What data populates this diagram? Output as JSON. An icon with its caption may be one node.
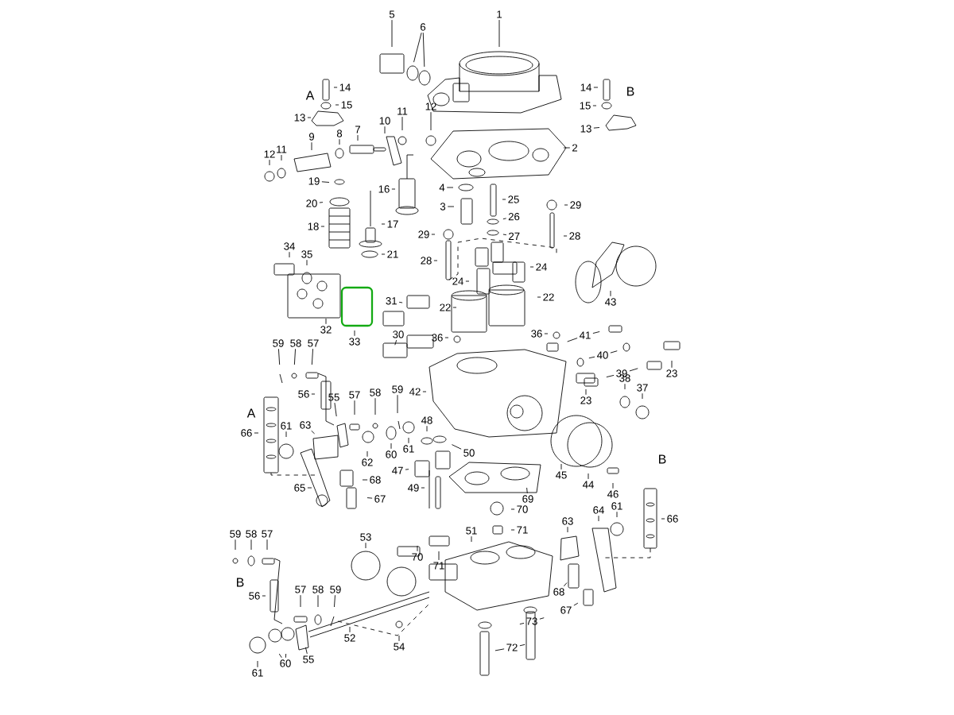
{
  "diagram": {
    "nodes": [
      {
        "text": [
          "1"
        ]
      },
      {
        "text": [
          "5"
        ]
      },
      {
        "text": [
          "6"
        ]
      },
      {
        "text": [
          "14"
        ]
      },
      {
        "text": [
          "15"
        ]
      },
      {
        "text": [
          "13"
        ]
      },
      {
        "text": [
          "14"
        ]
      },
      {
        "text": [
          "15"
        ]
      },
      {
        "text": [
          "13"
        ]
      },
      {
        "text": [
          "9"
        ]
      },
      {
        "text": [
          "8"
        ]
      },
      {
        "text": [
          "7"
        ]
      },
      {
        "text": [
          "10"
        ]
      },
      {
        "text": [
          "11"
        ]
      },
      {
        "text": [
          "12"
        ]
      },
      {
        "text": [
          "12"
        ]
      },
      {
        "text": [
          "11"
        ]
      },
      {
        "text": [
          "2"
        ]
      },
      {
        "text": [
          "19"
        ]
      },
      {
        "text": [
          "20"
        ]
      },
      {
        "text": [
          "16"
        ]
      },
      {
        "text": [
          "18"
        ]
      },
      {
        "text": [
          "17"
        ]
      },
      {
        "text": [
          "21"
        ]
      },
      {
        "text": [
          "4"
        ]
      },
      {
        "text": [
          "3"
        ]
      },
      {
        "text": [
          "25"
        ]
      },
      {
        "text": [
          "26"
        ]
      },
      {
        "text": [
          "27"
        ]
      },
      {
        "text": [
          "29"
        ]
      },
      {
        "text": [
          "28"
        ]
      },
      {
        "text": [
          "29"
        ]
      },
      {
        "text": [
          "28"
        ]
      },
      {
        "text": [
          "24"
        ]
      },
      {
        "text": [
          "24"
        ]
      },
      {
        "text": [
          "22"
        ]
      },
      {
        "text": [
          "22"
        ]
      },
      {
        "text": [
          "43"
        ]
      },
      {
        "text": [
          "34"
        ]
      },
      {
        "text": [
          "35"
        ]
      },
      {
        "text": [
          "32"
        ]
      },
      {
        "text": [
          "33"
        ]
      },
      {
        "text": [
          "31"
        ]
      },
      {
        "text": [
          "30"
        ]
      },
      {
        "text": [
          "36"
        ]
      },
      {
        "text": [
          "36"
        ]
      },
      {
        "text": [
          "41"
        ]
      },
      {
        "text": [
          "40"
        ]
      },
      {
        "text": [
          "39"
        ]
      },
      {
        "text": [
          "23"
        ]
      },
      {
        "text": [
          "23"
        ]
      },
      {
        "text": [
          "38"
        ]
      },
      {
        "text": [
          "37"
        ]
      },
      {
        "text": [
          "42"
        ]
      },
      {
        "text": [
          "59"
        ]
      },
      {
        "text": [
          "58"
        ]
      },
      {
        "text": [
          "57"
        ]
      },
      {
        "text": [
          "56"
        ]
      },
      {
        "text": [
          "55"
        ]
      },
      {
        "text": [
          "57"
        ]
      },
      {
        "text": [
          "58"
        ]
      },
      {
        "text": [
          "59"
        ]
      },
      {
        "text": [
          "66"
        ]
      },
      {
        "text": [
          "61"
        ]
      },
      {
        "text": [
          "63"
        ]
      },
      {
        "text": [
          "62"
        ]
      },
      {
        "text": [
          "60"
        ]
      },
      {
        "text": [
          "61"
        ]
      },
      {
        "text": [
          "48"
        ]
      },
      {
        "text": [
          "50"
        ]
      },
      {
        "text": [
          "47"
        ]
      },
      {
        "text": [
          "49"
        ]
      },
      {
        "text": [
          "68"
        ]
      },
      {
        "text": [
          "67"
        ]
      },
      {
        "text": [
          "65"
        ]
      },
      {
        "text": [
          "45"
        ]
      },
      {
        "text": [
          "44"
        ]
      },
      {
        "text": [
          "46"
        ]
      },
      {
        "text": [
          "69"
        ]
      },
      {
        "text": [
          "70"
        ]
      },
      {
        "text": [
          "71"
        ]
      },
      {
        "text": [
          "59"
        ]
      },
      {
        "text": [
          "58"
        ]
      },
      {
        "text": [
          "57"
        ]
      },
      {
        "text": [
          "53"
        ]
      },
      {
        "text": [
          "70"
        ]
      },
      {
        "text": [
          "71"
        ]
      },
      {
        "text": [
          "51"
        ]
      },
      {
        "text": [
          "63"
        ]
      },
      {
        "text": [
          "64"
        ]
      },
      {
        "text": [
          "61"
        ]
      },
      {
        "text": [
          "66"
        ]
      },
      {
        "text": [
          "56"
        ]
      },
      {
        "text": [
          "57"
        ]
      },
      {
        "text": [
          "58"
        ]
      },
      {
        "text": [
          "59"
        ]
      },
      {
        "text": [
          "68"
        ]
      },
      {
        "text": [
          "67"
        ]
      },
      {
        "text": [
          "73"
        ]
      },
      {
        "text": [
          "72"
        ]
      },
      {
        "text": [
          "52"
        ]
      },
      {
        "text": [
          "54"
        ]
      },
      {
        "text": [
          "55"
        ]
      },
      {
        "text": [
          "60"
        ]
      },
      {
        "text": [
          "61"
        ]
      }
    ],
    "edges": [
      {
        "from": 0,
        "to": null,
        "arrow": "none"
      },
      {
        "from": 1,
        "to": null,
        "arrow": "none"
      },
      {
        "from": 2,
        "to": null,
        "arrow": "none"
      },
      {
        "from": 2,
        "to": null,
        "arrow": "none"
      },
      {
        "from": 3,
        "to": null,
        "arrow": "none"
      },
      {
        "from": 4,
        "to": null,
        "arrow": "none"
      },
      {
        "from": 5,
        "to": null,
        "arrow": "none"
      },
      {
        "from": 6,
        "to": null,
        "arrow": "none"
      },
      {
        "from": 7,
        "to": null,
        "arrow": "none"
      },
      {
        "from": 8,
        "to": null,
        "arrow": "none"
      },
      {
        "from": 9,
        "to": null,
        "arrow": "none"
      },
      {
        "from": 10,
        "to": null,
        "arrow": "none"
      },
      {
        "from": 11,
        "to": null,
        "arrow": "none"
      },
      {
        "from": 12,
        "to": null,
        "arrow": "none"
      },
      {
        "from": 13,
        "to": null,
        "arrow": "none"
      },
      {
        "from": 14,
        "to": null,
        "arrow": "none"
      },
      {
        "from": 15,
        "to": null,
        "arrow": "none"
      },
      {
        "from": 16,
        "to": null,
        "arrow": "none"
      },
      {
        "from": 17,
        "to": null,
        "arrow": "none"
      },
      {
        "from": 18,
        "to": null,
        "arrow": "none"
      },
      {
        "from": 19,
        "to": null,
        "arrow": "none"
      },
      {
        "from": 20,
        "to": null,
        "arrow": "none"
      },
      {
        "from": 21,
        "to": null,
        "arrow": "none"
      },
      {
        "from": 22,
        "to": null,
        "arrow": "none"
      },
      {
        "from": 23,
        "to": null,
        "arrow": "none"
      },
      {
        "from": 24,
        "to": null,
        "arrow": "none"
      },
      {
        "from": 25,
        "to": null,
        "arrow": "none"
      },
      {
        "from": 26,
        "to": null,
        "arrow": "none"
      },
      {
        "from": 27,
        "to": null,
        "arrow": "none"
      },
      {
        "from": 28,
        "to": null,
        "arrow": "none"
      },
      {
        "from": 29,
        "to": null,
        "arrow": "none"
      },
      {
        "from": 30,
        "to": null,
        "arrow": "none"
      },
      {
        "from": 31,
        "to": null,
        "arrow": "none"
      },
      {
        "from": 32,
        "to": null,
        "arrow": "none"
      },
      {
        "from": 33,
        "to": null,
        "arrow": "none"
      },
      {
        "from": 34,
        "to": null,
        "arrow": "none"
      },
      {
        "from": 35,
        "to": null,
        "arrow": "none"
      },
      {
        "from": 36,
        "to": null,
        "arrow": "none"
      },
      {
        "from": 37,
        "to": null,
        "arrow": "none"
      },
      {
        "from": 38,
        "to": null,
        "arrow": "none"
      },
      {
        "from": 39,
        "to": null,
        "arrow": "none"
      },
      {
        "from": 40,
        "to": null,
        "arrow": "none"
      },
      {
        "from": 41,
        "to": null,
        "arrow": "none"
      },
      {
        "from": 42,
        "to": null,
        "arrow": "none"
      },
      {
        "from": 43,
        "to": null,
        "arrow": "none"
      },
      {
        "from": 44,
        "to": null,
        "arrow": "none"
      },
      {
        "from": 45,
        "to": null,
        "arrow": "none"
      },
      {
        "from": 46,
        "to": null,
        "arrow": "none"
      },
      {
        "from": 46,
        "to": null,
        "arrow": "none"
      },
      {
        "from": 47,
        "to": null,
        "arrow": "none"
      },
      {
        "from": 47,
        "to": null,
        "arrow": "none"
      },
      {
        "from": 48,
        "to": null,
        "arrow": "none"
      },
      {
        "from": 48,
        "to": null,
        "arrow": "none"
      },
      {
        "from": 49,
        "to": null,
        "arrow": "none"
      },
      {
        "from": 50,
        "to": null,
        "arrow": "none"
      },
      {
        "from": 51,
        "to": null,
        "arrow": "none"
      },
      {
        "from": 52,
        "to": null,
        "arrow": "none"
      },
      {
        "from": 53,
        "to": null,
        "arrow": "none"
      },
      {
        "from": 54,
        "to": null,
        "arrow": "none"
      },
      {
        "from": 55,
        "to": null,
        "arrow": "none"
      },
      {
        "from": 56,
        "to": null,
        "arrow": "none"
      },
      {
        "from": 57,
        "to": null,
        "arrow": "none"
      },
      {
        "from": 58,
        "to": null,
        "arrow": "none"
      },
      {
        "from": 59,
        "to": null,
        "arrow": "none"
      },
      {
        "from": 60,
        "to": null,
        "arrow": "none"
      },
      {
        "from": 61,
        "to": null,
        "arrow": "none"
      },
      {
        "from": 62,
        "to": null,
        "arrow": "none"
      },
      {
        "from": 63,
        "to": null,
        "arrow": "none"
      },
      {
        "from": 64,
        "to": null,
        "arrow": "none"
      },
      {
        "from": 65,
        "to": null,
        "arrow": "none"
      },
      {
        "from": 66,
        "to": null,
        "arrow": "none"
      },
      {
        "from": 67,
        "to": null,
        "arrow": "none"
      },
      {
        "from": 68,
        "to": null,
        "arrow": "none"
      },
      {
        "from": 69,
        "to": null,
        "arrow": "none"
      },
      {
        "from": 70,
        "to": null,
        "arrow": "none"
      },
      {
        "from": 71,
        "to": null,
        "arrow": "none"
      },
      {
        "from": 72,
        "to": null,
        "arrow": "none"
      },
      {
        "from": 73,
        "to": null,
        "arrow": "none"
      },
      {
        "from": 74,
        "to": null,
        "arrow": "none"
      },
      {
        "from": 75,
        "to": null,
        "arrow": "none"
      },
      {
        "from": 76,
        "to": null,
        "arrow": "none"
      },
      {
        "from": 77,
        "to": null,
        "arrow": "none"
      },
      {
        "from": 78,
        "to": null,
        "arrow": "none"
      },
      {
        "from": 79,
        "to": null,
        "arrow": "none"
      },
      {
        "from": 80,
        "to": null,
        "arrow": "none"
      },
      {
        "from": 81,
        "to": null,
        "arrow": "none"
      },
      {
        "from": 82,
        "to": null,
        "arrow": "none"
      },
      {
        "from": 83,
        "to": null,
        "arrow": "none"
      },
      {
        "from": 84,
        "to": null,
        "arrow": "none"
      },
      {
        "from": 85,
        "to": null,
        "arrow": "none"
      },
      {
        "from": 86,
        "to": null,
        "arrow": "none"
      },
      {
        "from": 87,
        "to": null,
        "arrow": "none"
      },
      {
        "from": 88,
        "to": null,
        "arrow": "none"
      },
      {
        "from": 89,
        "to": null,
        "arrow": "none"
      },
      {
        "from": 90,
        "to": null,
        "arrow": "none"
      },
      {
        "from": 91,
        "to": null,
        "arrow": "none"
      },
      {
        "from": 92,
        "to": null,
        "arrow": "none"
      },
      {
        "from": 93,
        "to": null,
        "arrow": "none"
      },
      {
        "from": 94,
        "to": null,
        "arrow": "none"
      },
      {
        "from": 95,
        "to": null,
        "arrow": "none"
      },
      {
        "from": 96,
        "to": null,
        "arrow": "none"
      },
      {
        "from": 97,
        "to": null,
        "arrow": "none"
      },
      {
        "from": 98,
        "to": null,
        "arrow": "none"
      },
      {
        "from": 98,
        "to": null,
        "arrow": "none"
      },
      {
        "from": 99,
        "to": null,
        "arrow": "none"
      },
      {
        "from": 99,
        "to": null,
        "arrow": "none"
      },
      {
        "from": 100,
        "to": null,
        "arrow": "none"
      },
      {
        "from": 101,
        "to": null,
        "arrow": "none"
      },
      {
        "from": 102,
        "to": null,
        "arrow": "none"
      },
      {
        "from": 103,
        "to": null,
        "arrow": "none"
      },
      {
        "from": 103,
        "to": null,
        "arrow": "none"
      },
      {
        "from": 104,
        "to": null,
        "arrow": "none"
      }
    ],
    "labels": [
      "A",
      "B",
      "A",
      "B",
      "B"
    ]
  }
}
